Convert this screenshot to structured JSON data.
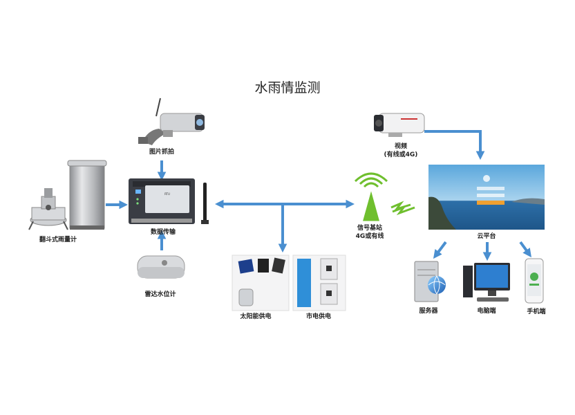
{
  "title": "水雨情监测",
  "labels": {
    "capture": "图片抓拍",
    "rain_gauge": "翻斗式雨量计",
    "data_transfer": "数据传输",
    "radar_level": "雷达水位计",
    "solar_power": "太阳能供电",
    "mains_power": "市电供电",
    "base_station_line1": "信号基站",
    "base_station_line2": "4G或有线",
    "video_line1": "视频",
    "video_line2": "(有线或4G)",
    "cloud": "云平台",
    "server": "服务器",
    "pc": "电脑端",
    "mobile": "手机端"
  },
  "colors": {
    "arrow": "#4a8fd0",
    "signal": "#6fbf2e",
    "sea": "#2d6fa8",
    "device": "#3a3d44"
  }
}
